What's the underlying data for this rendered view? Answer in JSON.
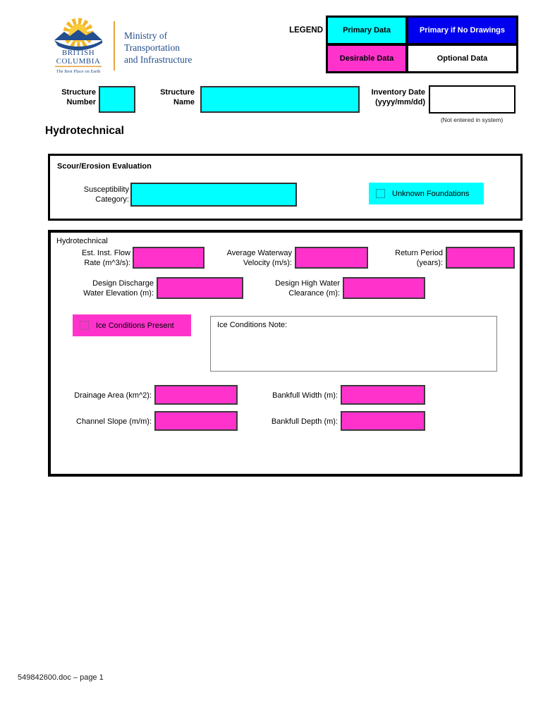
{
  "colors": {
    "primary": "#00FFFF",
    "desirable": "#FF33CC",
    "primary_no_drawings": "#0000EE",
    "optional": "#FFFFFF",
    "logo_navy": "#234E8F",
    "logo_gold": "#E8A33D"
  },
  "header": {
    "logo": {
      "name_line1": "BRITISH",
      "name_line2": "COLUMBIA",
      "tagline": "The Best Place on Earth"
    },
    "ministry": [
      "Ministry of",
      "Transportation",
      "and Infrastructure"
    ],
    "legend": {
      "title": "LEGEND",
      "cells": [
        {
          "label": "Primary Data",
          "bg": "#00FFFF",
          "fg": "#000000"
        },
        {
          "label": "Primary if No Drawings",
          "bg": "#0000EE",
          "fg": "#FFFFFF"
        },
        {
          "label": "Desirable Data",
          "bg": "#FF33CC",
          "fg": "#000000"
        },
        {
          "label": "Optional Data",
          "bg": "#FFFFFF",
          "fg": "#000000"
        }
      ]
    }
  },
  "ident": {
    "structure_number_label": [
      "Structure",
      "Number"
    ],
    "structure_number_value": "",
    "structure_name_label": [
      "Structure",
      "Name"
    ],
    "structure_name_value": "",
    "inventory_date_label": [
      "Inventory Date",
      "(yyyy/mm/dd)"
    ],
    "inventory_date_value": "",
    "inventory_date_note": "(Not entered in system)"
  },
  "heading": "Hydrotechnical",
  "scour": {
    "title": "Scour/Erosion Evaluation",
    "susceptibility_label": [
      "Susceptibility",
      "Category:"
    ],
    "susceptibility_value": "",
    "unknown_foundations_label": "Unknown Foundations"
  },
  "hydro": {
    "title": "Hydrotechnical",
    "est_inst_flow_label": [
      "Est. Inst. Flow",
      "Rate (m^3/s):"
    ],
    "est_inst_flow_value": "",
    "avg_waterway_label": [
      "Average Waterway",
      "Velocity (m/s):"
    ],
    "avg_waterway_value": "",
    "return_period_label": [
      "Return Period",
      "(years):"
    ],
    "return_period_value": "",
    "design_discharge_label": [
      "Design Discharge",
      "Water Elevation (m):"
    ],
    "design_discharge_value": "",
    "design_high_water_label": [
      "Design High Water",
      "Clearance (m):"
    ],
    "design_high_water_value": "",
    "ice_conditions_label": "Ice Conditions Present",
    "ice_note_label": "Ice Conditions Note:",
    "ice_note_value": "",
    "drainage_area_label": "Drainage Area (km^2):",
    "drainage_area_value": "",
    "bankfull_width_label": "Bankfull Width (m):",
    "bankfull_width_value": "",
    "channel_slope_label": "Channel Slope (m/m):",
    "channel_slope_value": "",
    "bankfull_depth_label": "Bankfull Depth (m):",
    "bankfull_depth_value": ""
  },
  "footer": "549842600.doc – page 1"
}
